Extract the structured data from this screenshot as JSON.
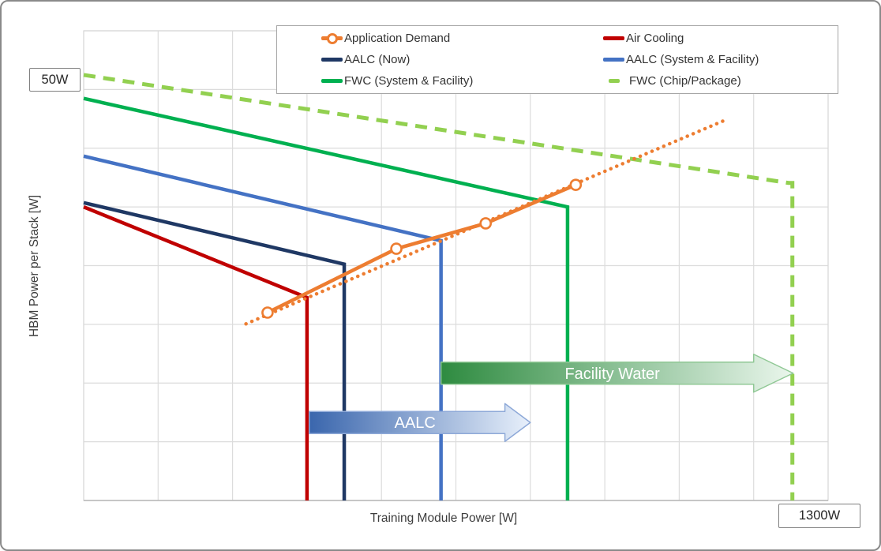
{
  "callouts": {
    "y_ref": {
      "label": "50W",
      "y_frac": 0.906
    },
    "x_ref": {
      "label": "1300W",
      "x_frac": 0.952
    }
  },
  "legend": {
    "position": "top-inset",
    "items": [
      {
        "label": "Application Demand",
        "color": "#ED7D31",
        "swatch": "line-circle"
      },
      {
        "label": "Air Cooling",
        "color": "#C00000",
        "swatch": "line"
      },
      {
        "label": "AALC (Now)",
        "color": "#1F3864",
        "swatch": "line"
      },
      {
        "label": "AALC (System & Facility)",
        "color": "#4472C4",
        "swatch": "line"
      },
      {
        "label": "FWC (System & Facility)",
        "color": "#00B050",
        "swatch": "line"
      },
      {
        "label": "FWC (Chip/Package)",
        "color": "#92D050",
        "swatch": "short-dash"
      }
    ]
  },
  "chart_data": {
    "type": "line",
    "title": "",
    "xlabel": "Training Module Power [W]",
    "ylabel": "HBM Power per Stack [W]",
    "x_tick_labels": [],
    "y_tick_labels": [],
    "x_reference": {
      "label": "1300W",
      "x_frac": 0.952
    },
    "y_reference": {
      "label": "50W",
      "y_frac": 0.906
    },
    "grid": {
      "show": true,
      "cols": 10,
      "rows": 8,
      "color": "#dcdcdc",
      "axis_color": "#b7b7b7",
      "frame_color": "#d9d9d9"
    },
    "series": [
      {
        "name": "FWC (Chip/Package)",
        "color": "#92D050",
        "style": "dashed",
        "width": 5,
        "points_frac": [
          [
            0.0,
            0.906
          ],
          [
            0.947,
            0.676
          ],
          [
            0.952,
            0.676
          ],
          [
            0.952,
            0.0
          ]
        ]
      },
      {
        "name": "FWC (System & Facility)",
        "color": "#00B050",
        "style": "solid",
        "width": 4.5,
        "points_frac": [
          [
            0.0,
            0.856
          ],
          [
            0.65,
            0.625
          ],
          [
            0.65,
            0.0
          ]
        ]
      },
      {
        "name": "AALC (System & Facility)",
        "color": "#4472C4",
        "style": "solid",
        "width": 4.5,
        "points_frac": [
          [
            0.0,
            0.733
          ],
          [
            0.48,
            0.553
          ],
          [
            0.48,
            0.0
          ]
        ]
      },
      {
        "name": "AALC (Now)",
        "color": "#1F3864",
        "style": "solid",
        "width": 4.5,
        "points_frac": [
          [
            0.0,
            0.634
          ],
          [
            0.35,
            0.503
          ],
          [
            0.35,
            0.0
          ]
        ]
      },
      {
        "name": "Air Cooling",
        "color": "#C00000",
        "style": "solid",
        "width": 4.5,
        "points_frac": [
          [
            0.0,
            0.625
          ],
          [
            0.3,
            0.432
          ],
          [
            0.3,
            0.0
          ]
        ]
      },
      {
        "name": "Application Demand trend",
        "color": "#ED7D31",
        "style": "dotted",
        "width": 4.5,
        "points_frac": [
          [
            0.218,
            0.376
          ],
          [
            0.862,
            0.81
          ]
        ]
      },
      {
        "name": "Application Demand",
        "color": "#ED7D31",
        "style": "solid-markers",
        "width": 4.5,
        "points_frac": [
          [
            0.247,
            0.4
          ],
          [
            0.42,
            0.536
          ],
          [
            0.54,
            0.59
          ],
          [
            0.661,
            0.672
          ]
        ]
      }
    ],
    "annotations": {
      "arrows": [
        {
          "label": "AALC",
          "x_start_frac": 0.303,
          "x_end_frac": 0.6,
          "y_frac": 0.166,
          "color_start": "#3A66AD",
          "color_end": "#E8F0FB",
          "outline": "#8EA9D8",
          "text_color": "#FFFFFF"
        },
        {
          "label": "Facility Water",
          "x_start_frac": 0.48,
          "x_end_frac": 0.953,
          "y_frac": 0.271,
          "color_start": "#2E8B40",
          "color_end": "#EAF6EC",
          "outline": "#90C895",
          "text_color": "#FFFFFF"
        }
      ]
    }
  }
}
